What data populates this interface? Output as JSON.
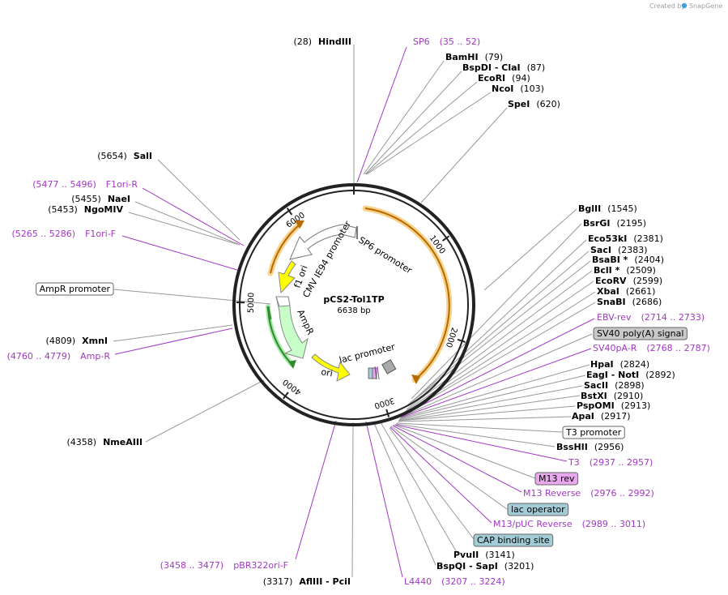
{
  "watermark": {
    "text": "Created by",
    "brand": "SnapGene"
  },
  "plasmid": {
    "name": "pCS2-Tol1TP",
    "size_label": "6638 bp",
    "length": 6638
  },
  "ticks": [
    "1000",
    "2000",
    "3000",
    "4000",
    "5000",
    "6000"
  ],
  "colors": {
    "backbone": "#222222",
    "site_line": "#999999",
    "primer": "#a337c6",
    "orange": "#e68a10",
    "yellow": "#ffff00",
    "green_light": "#c8ffc8",
    "green": "#2e8b2e",
    "promoter": "#ffffff",
    "misc_box": "#cccccc",
    "lac_box": "#a3ccd6",
    "m13_box": "#e8a8ee"
  },
  "labels_left": [
    {
      "name": "SalI",
      "pos": "(5654)",
      "type": "site"
    },
    {
      "name": "F1ori-R",
      "pos": "(5477 .. 5496)",
      "type": "primer"
    },
    {
      "name": "NaeI",
      "pos": "(5455)",
      "type": "site"
    },
    {
      "name": "NgoMIV",
      "pos": "(5453)",
      "type": "site"
    },
    {
      "name": "F1ori-F",
      "pos": "(5265 .. 5286)",
      "type": "primer"
    },
    {
      "name": "AmpR promoter",
      "pos": "",
      "type": "boxwhite"
    },
    {
      "name": "XmnI",
      "pos": "(4809)",
      "type": "site"
    },
    {
      "name": "Amp-R",
      "pos": "(4760 .. 4779)",
      "type": "primer"
    },
    {
      "name": "NmeAIII",
      "pos": "(4358)",
      "type": "site"
    },
    {
      "name": "pBR322ori-F",
      "pos": "(3458 .. 3477)",
      "type": "primer"
    }
  ],
  "labels_top": [
    {
      "name": "HindIII",
      "pos": "(28)",
      "type": "site"
    },
    {
      "name": "SP6",
      "pos": "(35 .. 52)",
      "type": "primer"
    },
    {
      "name": "BamHI",
      "pos": "(79)",
      "type": "site"
    },
    {
      "name": "BspDI  -  ClaI",
      "pos": "(87)",
      "type": "site"
    },
    {
      "name": "EcoRI",
      "pos": "(94)",
      "type": "site"
    },
    {
      "name": "NcoI",
      "pos": "(103)",
      "type": "site"
    },
    {
      "name": "SpeI",
      "pos": "(620)",
      "type": "site"
    }
  ],
  "labels_right": [
    {
      "name": "BglII",
      "pos": "(1545)",
      "type": "site"
    },
    {
      "name": "BsrGI",
      "pos": "(2195)",
      "type": "site"
    },
    {
      "name": "Eco53kI",
      "pos": "(2381)",
      "type": "site"
    },
    {
      "name": "SacI",
      "pos": "(2383)",
      "type": "site"
    },
    {
      "name": "BsaBI *",
      "pos": "(2404)",
      "type": "site"
    },
    {
      "name": "BclI *",
      "pos": "(2509)",
      "type": "site"
    },
    {
      "name": "EcoRV",
      "pos": "(2599)",
      "type": "site"
    },
    {
      "name": "XbaI",
      "pos": "(2661)",
      "type": "site"
    },
    {
      "name": "SnaBI",
      "pos": "(2686)",
      "type": "site"
    },
    {
      "name": "EBV-rev",
      "pos": "(2714 .. 2733)",
      "type": "primer"
    },
    {
      "name": "SV40 poly(A) signal",
      "pos": "",
      "type": "boxgray"
    },
    {
      "name": "SV40pA-R",
      "pos": "(2768 .. 2787)",
      "type": "primer"
    },
    {
      "name": "HpaI",
      "pos": "(2824)",
      "type": "site"
    },
    {
      "name": "EagI  -  NotI",
      "pos": "(2892)",
      "type": "site"
    },
    {
      "name": "SacII",
      "pos": "(2898)",
      "type": "site"
    },
    {
      "name": "BstXI",
      "pos": "(2910)",
      "type": "site"
    },
    {
      "name": "PspOMI",
      "pos": "(2913)",
      "type": "site"
    },
    {
      "name": "ApaI",
      "pos": "(2917)",
      "type": "site"
    },
    {
      "name": "T3 promoter",
      "pos": "",
      "type": "boxwhite"
    },
    {
      "name": "BssHII",
      "pos": "(2956)",
      "type": "site"
    },
    {
      "name": "T3",
      "pos": "(2937 .. 2957)",
      "type": "primer"
    },
    {
      "name": "M13 rev",
      "pos": "",
      "type": "boxpink"
    },
    {
      "name": "M13 Reverse",
      "pos": "(2976 .. 2992)",
      "type": "primer"
    },
    {
      "name": "lac operator",
      "pos": "",
      "type": "boxblue"
    },
    {
      "name": "M13/pUC Reverse",
      "pos": "(2989 .. 3011)",
      "type": "primer"
    },
    {
      "name": "CAP binding site",
      "pos": "",
      "type": "boxblue"
    },
    {
      "name": "PvuII",
      "pos": "(3141)",
      "type": "site"
    },
    {
      "name": "BspQI  -  SapI",
      "pos": "(3201)",
      "type": "site"
    },
    {
      "name": "L4440",
      "pos": "(3207 .. 3224)",
      "type": "primer"
    },
    {
      "name": "AflIII  -  PciI",
      "pos": "(3317)",
      "type": "site"
    }
  ],
  "features": {
    "sp6_promoter": "SP6 promoter",
    "cmv": "CMV IE94 promoter",
    "f1ori": "f1 ori",
    "ampr": "AmpR",
    "ori": "ori",
    "lac_promoter": "lac promoter"
  }
}
